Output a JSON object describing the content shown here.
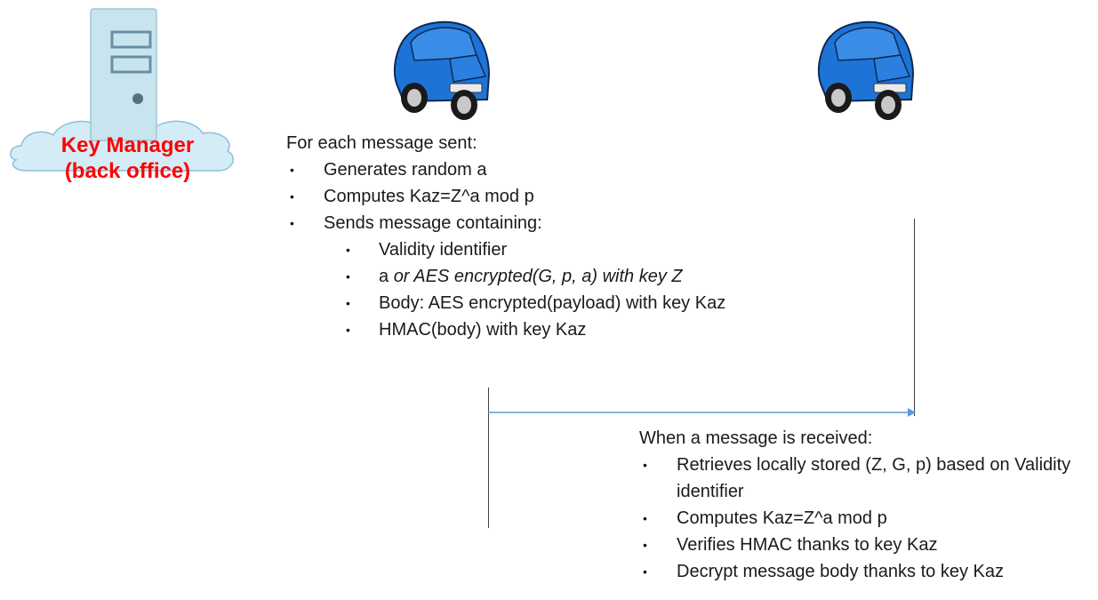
{
  "key_manager": {
    "line1": "Key Manager",
    "line2": "(back office)"
  },
  "sender": {
    "heading": "For each message sent:",
    "steps": [
      "Generates random a",
      "Computes Kaz=Z^a mod p",
      "Sends message containing:"
    ],
    "contents": [
      {
        "prefix": "Validity identifier",
        "italic": ""
      },
      {
        "prefix": "a ",
        "italic": "or AES encrypted(G, p, a) with key Z"
      },
      {
        "prefix": "Body: AES encrypted(payload) with key Kaz",
        "italic": ""
      },
      {
        "prefix": "HMAC(body) with key Kaz",
        "italic": ""
      }
    ]
  },
  "receiver": {
    "heading": "When a message is received:",
    "steps": [
      "Retrieves locally stored (Z, G, p) based on Validity identifier",
      "Computes Kaz=Z^a mod p",
      "Verifies HMAC thanks to key Kaz",
      "Decrypt message body thanks to key Kaz"
    ]
  },
  "bullet_char": "•",
  "colors": {
    "accent_red": "#ff0000",
    "server_fill": "#c8e4ef",
    "car_blue": "#1e73d6",
    "arrow_blue": "#5b9bd5"
  }
}
